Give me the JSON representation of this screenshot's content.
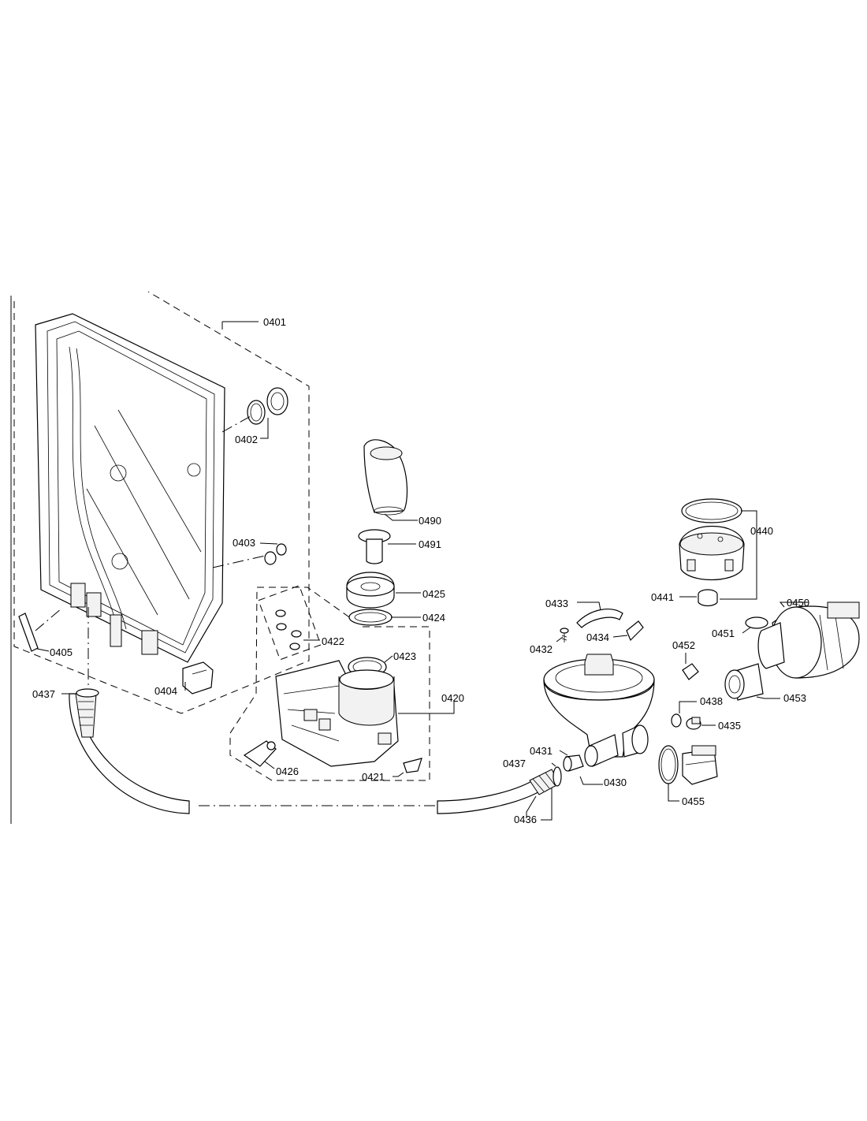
{
  "colors": {
    "line": "#000000",
    "background": "#ffffff"
  },
  "labels": {
    "l0401": "0401",
    "l0402": "0402",
    "l0403": "0403",
    "l0404": "0404",
    "l0405": "0405",
    "l0437a": "0437",
    "l0437b": "0437",
    "l0490": "0490",
    "l0491": "0491",
    "l0425": "0425",
    "l0424": "0424",
    "l0422": "0422",
    "l0423": "0423",
    "l0420": "0420",
    "l0426": "0426",
    "l0421": "0421",
    "l0433": "0433",
    "l0432": "0432",
    "l0434": "0434",
    "l0431": "0431",
    "l0430": "0430",
    "l0436": "0436",
    "l0440": "0440",
    "l0441": "0441",
    "l0450": "0450",
    "l0451": "0451",
    "l0452": "0452",
    "l0453": "0453",
    "l0438": "0438",
    "l0435": "0435",
    "l0455": "0455"
  }
}
